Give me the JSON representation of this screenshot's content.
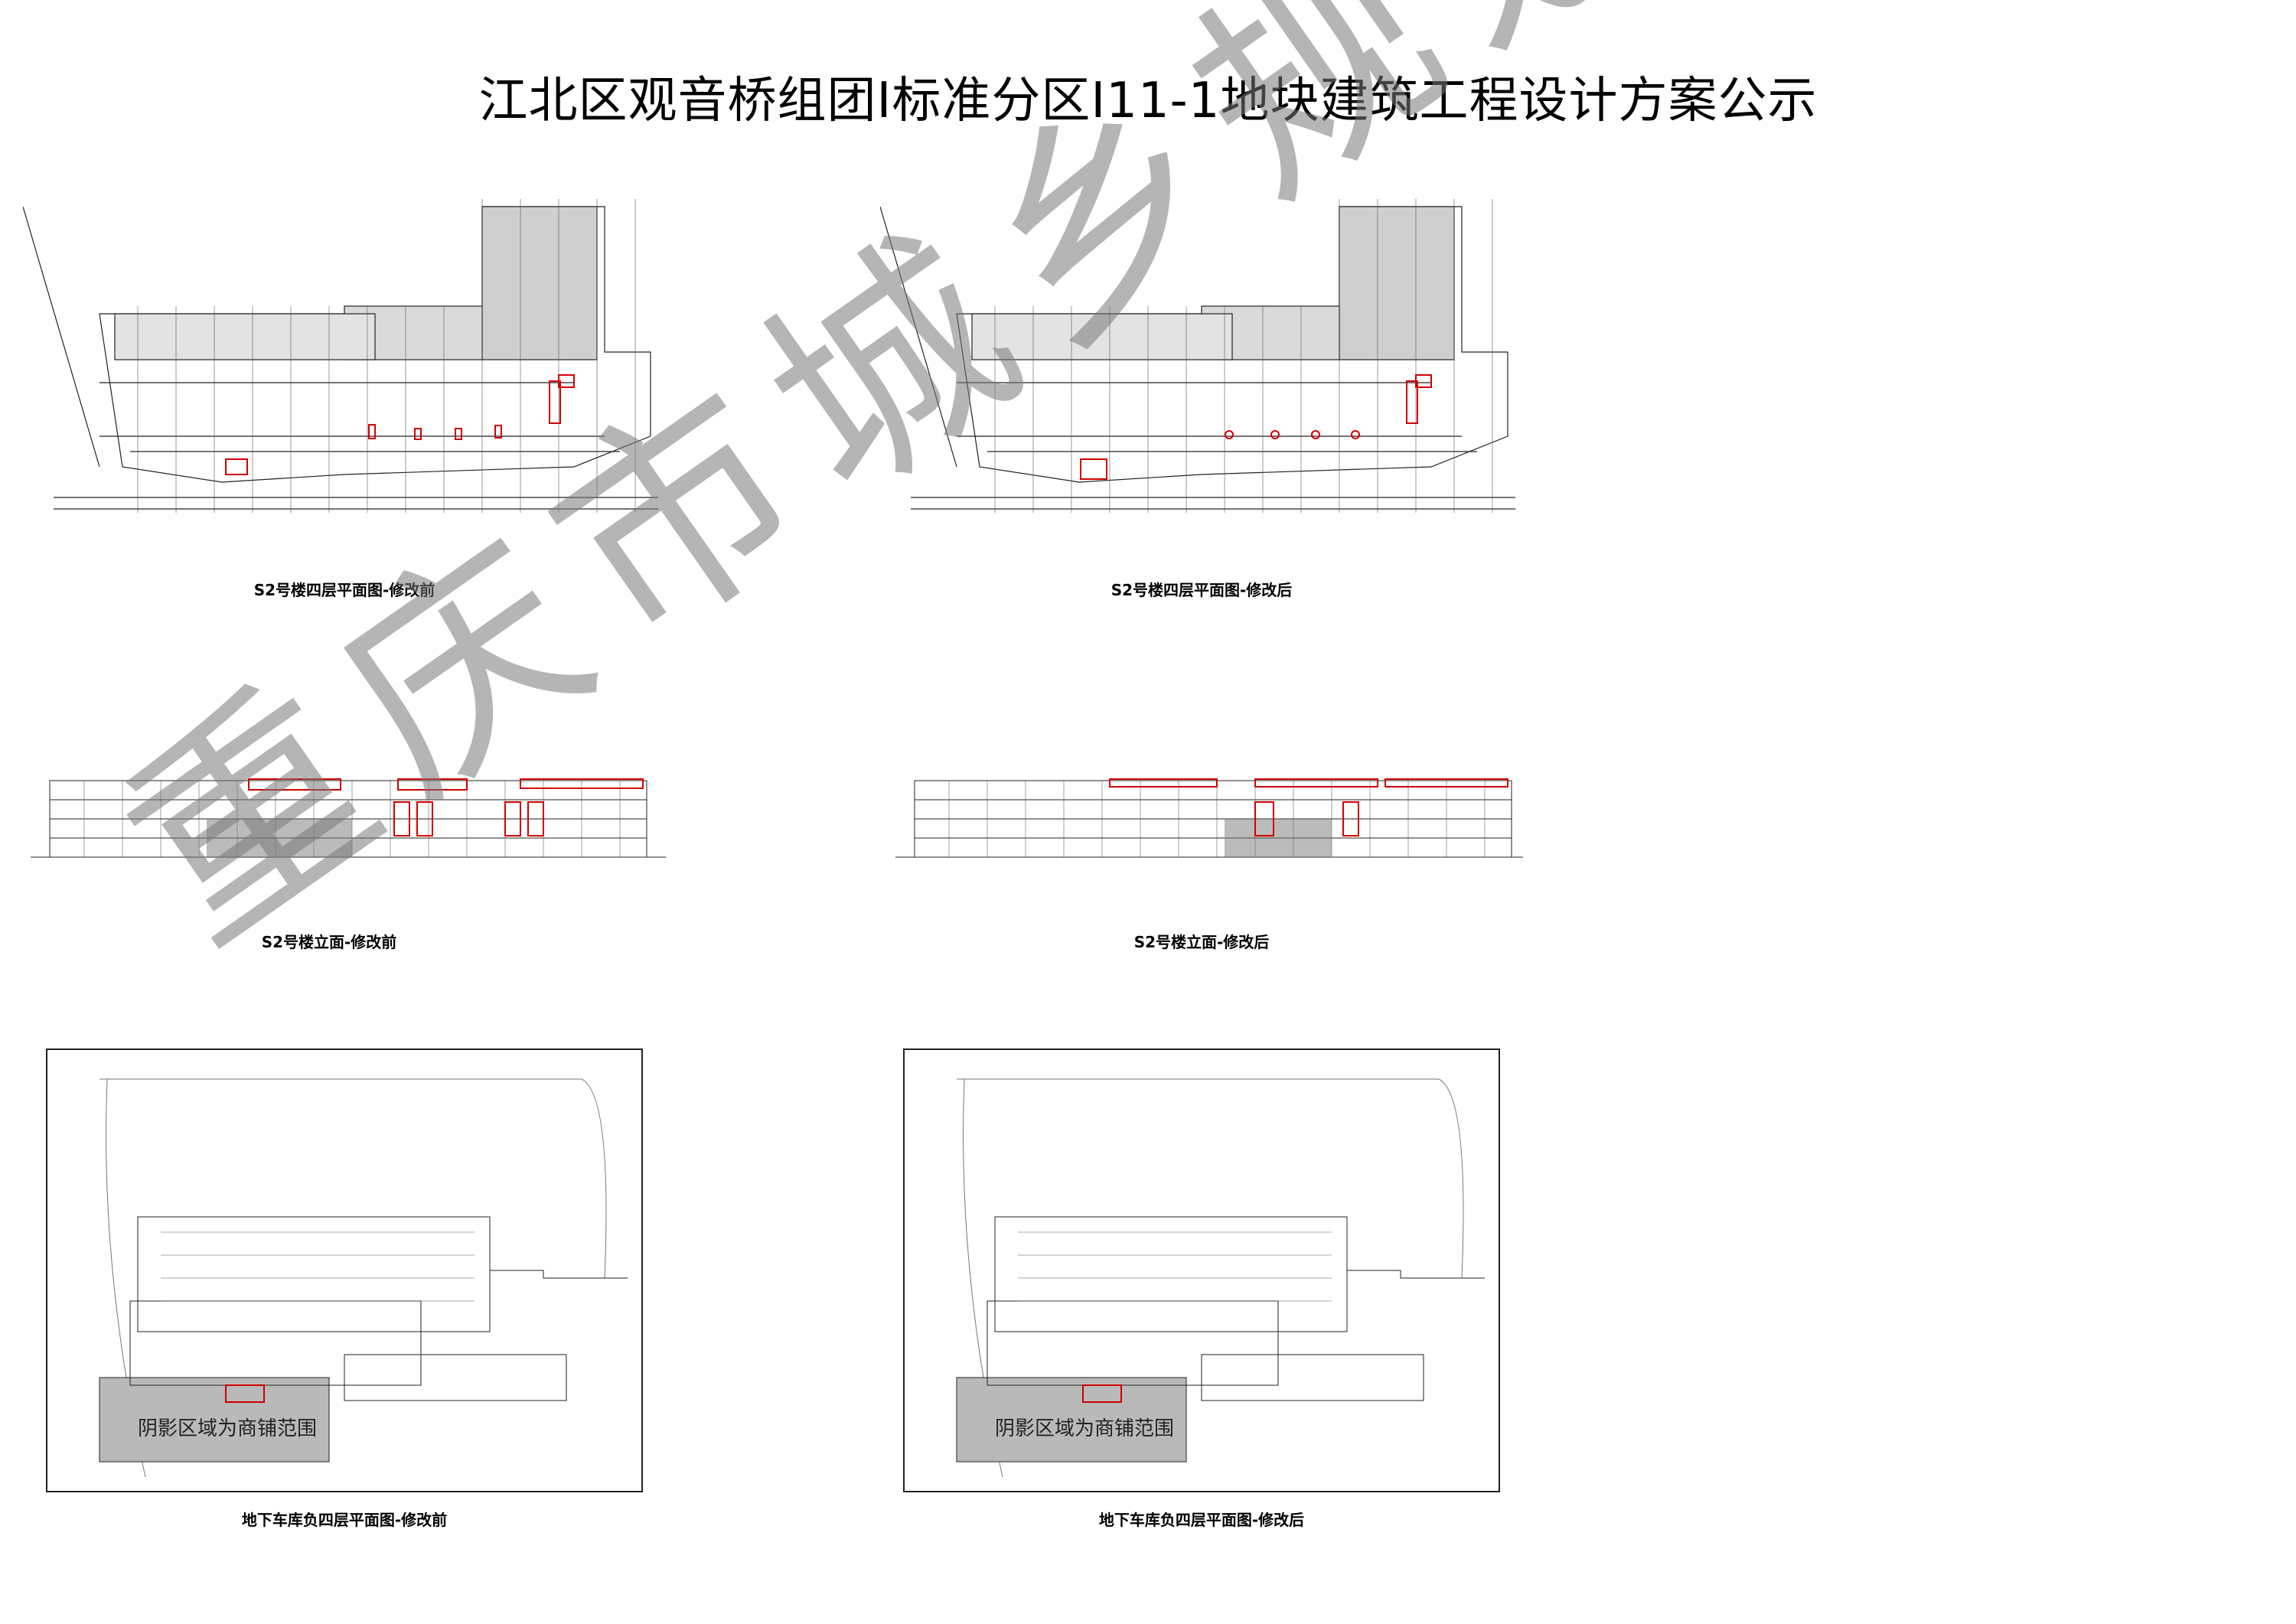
{
  "title": "江北区观音桥组团I标准分区I11-1地块建筑工程设计方案公示",
  "watermark": "重庆市城乡规划公示用图",
  "drawings": {
    "floor4_before": {
      "caption": "S2号楼四层平面图-修改前"
    },
    "floor4_after": {
      "caption": "S2号楼四层平面图-修改后"
    },
    "elev_before": {
      "caption": "S2号楼立面-修改前"
    },
    "elev_after": {
      "caption": "S2号楼立面-修改后"
    },
    "b4_before": {
      "caption": "地下车库负四层平面图-修改前",
      "shaded_label": "阴影区域为商铺范围"
    },
    "b4_after": {
      "caption": "地下车库负四层平面图-修改后",
      "shaded_label": "阴影区域为商铺范围"
    }
  },
  "colors": {
    "markup": "#d10000",
    "line": "#222222",
    "shade": "#b9b9b9",
    "watermark": "#8a8a8a"
  }
}
